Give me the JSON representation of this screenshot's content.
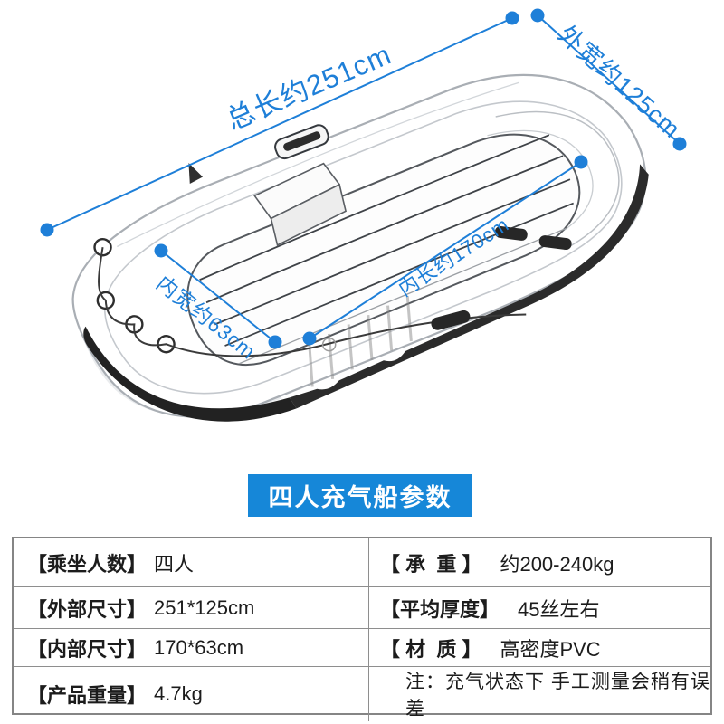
{
  "colors": {
    "accent_blue": "#1E7FD8",
    "banner_blue": "#1687D8",
    "table_border": "#8E8E8E",
    "text_dark": "#1C1C1C",
    "sketch_line_gray": "#A9AEB4",
    "sketch_dark": "#222222"
  },
  "diagram": {
    "subject_icon": "inflatable-boat-line-drawing",
    "annotations": [
      {
        "id": "total-length",
        "label": "总长约251cm"
      },
      {
        "id": "outer-width",
        "label": "外宽约125cm"
      },
      {
        "id": "inner-width",
        "label": "内宽约63cm"
      },
      {
        "id": "inner-length",
        "label": "内长约170cm"
      }
    ]
  },
  "banner": {
    "title": "四人充气船参数"
  },
  "spec_table": {
    "rows": [
      {
        "left_label": "【乘坐人数】",
        "left_value": "四人",
        "right_label": "【 承  重 】",
        "right_value": "约200-240kg"
      },
      {
        "left_label": "【外部尺寸】",
        "left_value": "251*125cm",
        "right_label": "【平均厚度】",
        "right_value": "45丝左右"
      },
      {
        "left_label": "【内部尺寸】",
        "left_value": "170*63cm",
        "right_label": "【 材  质 】",
        "right_value": "高密度PVC"
      },
      {
        "left_label": "【产品重量】",
        "left_value": "4.7kg",
        "note": "注：充气状态下 手工测量会稍有误差"
      }
    ]
  }
}
